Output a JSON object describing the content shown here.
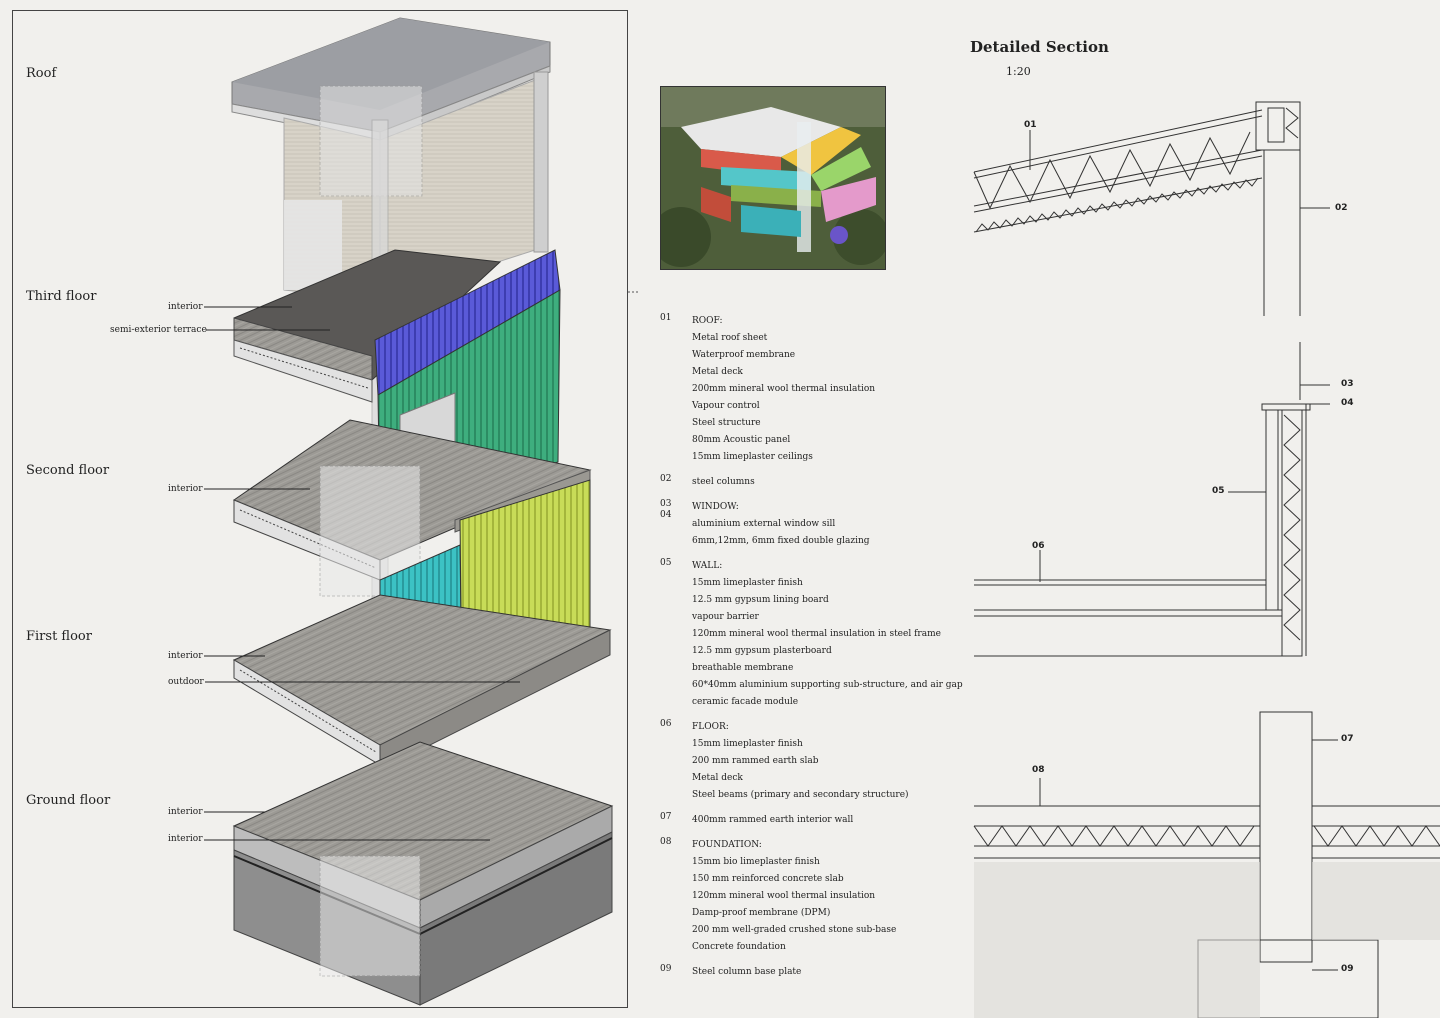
{
  "levels": {
    "roof": "Roof",
    "third": "Third floor",
    "second": "Second floor",
    "first": "First floor",
    "ground": "Ground floor"
  },
  "annotations": {
    "third_interior": "interior",
    "third_terrace": "semi-exterior terrace",
    "second_interior": "interior",
    "first_interior": "interior",
    "first_outdoor": "outdoor",
    "ground_interior_1": "interior",
    "ground_interior_2": "interior"
  },
  "section": {
    "title": "Detailed Section",
    "scale": "1:20",
    "callouts": [
      "01",
      "02",
      "03",
      "04",
      "05",
      "06",
      "07",
      "08",
      "09"
    ]
  },
  "legend": [
    {
      "num": "01",
      "head": "ROOF:",
      "lines": [
        "Metal roof sheet",
        "Waterproof membrane",
        "Metal deck",
        "200mm mineral wool thermal insulation",
        "Vapour control",
        "Steel structure",
        "80mm Acoustic panel",
        "15mm limeplaster ceilings"
      ]
    },
    {
      "num": "02",
      "head": "steel columns",
      "lines": []
    },
    {
      "num": "03\n04",
      "head": "WINDOW:",
      "lines": [
        "aluminium  external window sill",
        "6mm,12mm, 6mm fixed double glazing"
      ]
    },
    {
      "num": "05",
      "head": "WALL:",
      "lines": [
        "15mm limeplaster finish",
        "12.5 mm gypsum lining board",
        "vapour barrier",
        "120mm mineral wool thermal insulation in steel frame",
        "12.5 mm gypsum plasterboard",
        "breathable membrane",
        "60*40mm aluminium supporting sub-structure, and air gap",
        "ceramic facade module"
      ]
    },
    {
      "num": "06",
      "head": "FLOOR:",
      "lines": [
        "15mm limeplaster finish",
        "200 mm rammed earth slab",
        "Metal deck",
        "Steel beams (primary and secondary structure)"
      ]
    },
    {
      "num": "07",
      "head": "400mm rammed earth interior wall",
      "lines": []
    },
    {
      "num": "08",
      "head": "FOUNDATION:",
      "lines": [
        "15mm bio limeplaster finish",
        "150 mm reinforced concrete slab",
        "120mm mineral wool thermal insulation",
        "Damp-proof membrane (DPM)",
        "200 mm well-graded crushed stone sub-base",
        "Concrete foundation"
      ]
    },
    {
      "num": "09",
      "head": "Steel column base plate",
      "lines": []
    }
  ]
}
